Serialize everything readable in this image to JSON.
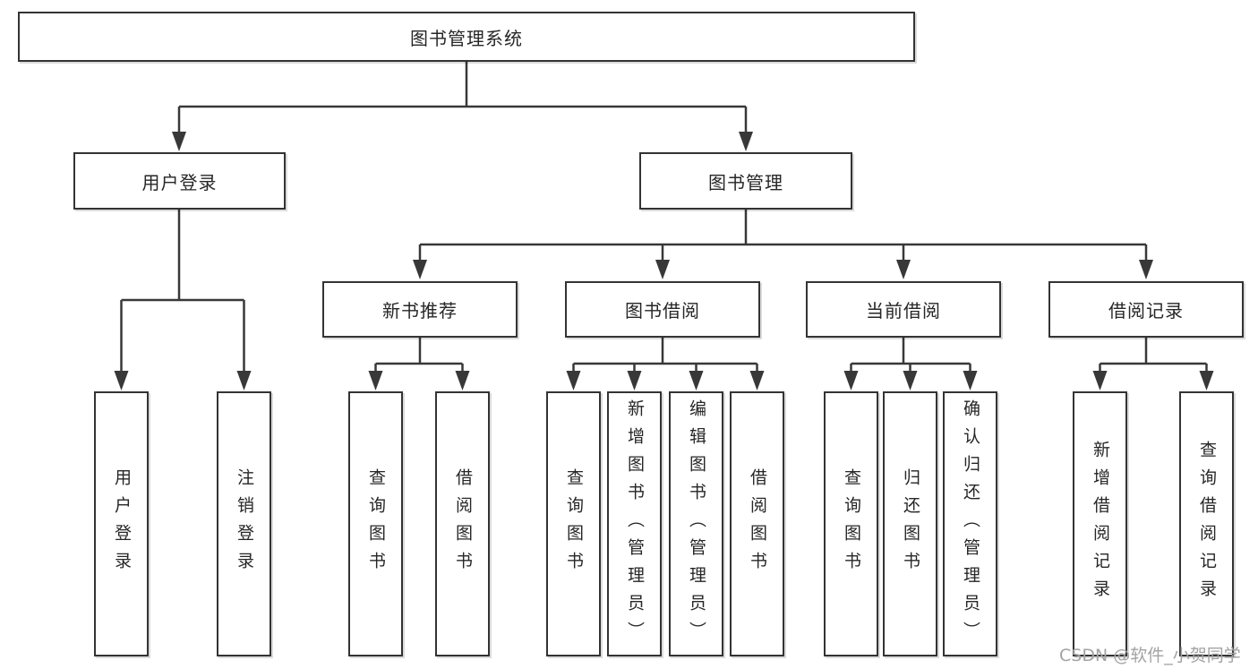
{
  "diagram": {
    "tree": {
      "label": "图书管理系统",
      "children": [
        {
          "label": "用户登录",
          "children": [
            {
              "label": "用户登录"
            },
            {
              "label": "注销登录"
            }
          ]
        },
        {
          "label": "图书管理",
          "children": [
            {
              "label": "新书推荐",
              "children": [
                {
                  "label": "查询图书"
                },
                {
                  "label": "借阅图书"
                }
              ]
            },
            {
              "label": "图书借阅",
              "children": [
                {
                  "label": "查询图书"
                },
                {
                  "label": "新增图书（管理员）"
                },
                {
                  "label": "编辑图书（管理员）"
                },
                {
                  "label": "借阅图书"
                }
              ]
            },
            {
              "label": "当前借阅",
              "children": [
                {
                  "label": "查询图书"
                },
                {
                  "label": "归还图书"
                },
                {
                  "label": "确认归还（管理员）"
                }
              ]
            },
            {
              "label": "借阅记录",
              "children": [
                {
                  "label": "新增借阅记录"
                },
                {
                  "label": "查询借阅记录"
                }
              ]
            }
          ]
        }
      ]
    },
    "colors": {
      "line": "#383838",
      "box_border": "#333333",
      "text": "#262626",
      "watermark": "#a3a3a3",
      "background": "#ffffff"
    }
  },
  "watermark": {
    "text": "CSDN @软件_小贺同学"
  }
}
